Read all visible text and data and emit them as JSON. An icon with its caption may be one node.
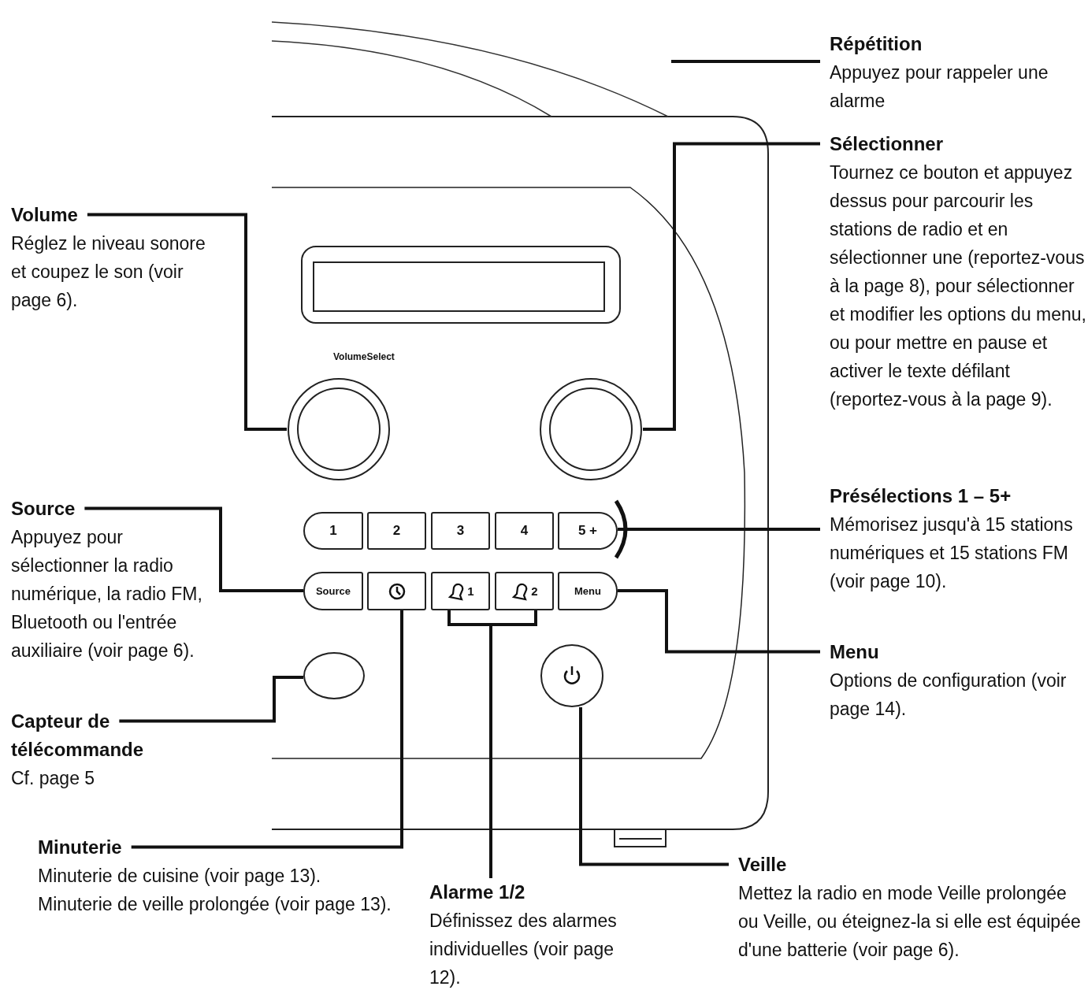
{
  "diagram": {
    "nodes": [
      {
        "text": [
          "Répétition",
          "Appuyez pour rappeler une alarme"
        ]
      },
      {
        "text": [],
        "shape": "bar"
      },
      {
        "text": [
          "Sélectionner",
          "Tournez ce bouton et appuyez dessus pour parcourir les stations de radio et en sélectionner une (reportez-vous à la page 8), pour sélectionner et modifier les options du menu, ou pour mettre en pause et activer le texte défilant (reportez-vous à la page 9)."
        ]
      },
      {
        "text": [
          "Volume",
          "Réglez le niveau sonore et coupez le son (voir page 6)."
        ]
      },
      {
        "text": [],
        "shape": "circle"
      },
      {
        "text": [],
        "shape": "circle"
      },
      {
        "text": [
          "Présélections 1 – 5+",
          "Mémorisez jusqu'à 15 stations numériques et 15 stations FM (voir page 10)."
        ]
      },
      {
        "text": [
          "Source",
          "Appuyez pour sélectionner la radio numérique, la radio FM, Bluetooth ou l'entrée auxiliaire (voir page 6)."
        ]
      },
      {
        "text": [
          "1"
        ]
      },
      {
        "text": [
          "2"
        ]
      },
      {
        "text": [
          "3"
        ]
      },
      {
        "text": [
          "4"
        ]
      },
      {
        "text": [
          "5 +"
        ]
      },
      {
        "text": [
          "Source"
        ]
      },
      {
        "text": [],
        "shape": "box"
      },
      {
        "text": [
          "1"
        ]
      },
      {
        "text": [
          "2"
        ]
      },
      {
        "text": [
          "Menu"
        ]
      },
      {
        "text": [
          "Menu",
          "Options de configuration (voir page 14)."
        ]
      },
      {
        "text": [],
        "shape": "oval"
      },
      {
        "text": [],
        "shape": "circle"
      },
      {
        "text": [
          "Capteur de télécommande",
          "Cf. page 5"
        ]
      },
      {
        "text": [
          "Minuterie",
          "Minuterie de cuisine (voir page 13). Minuterie de veille prolongée (voir page 13)."
        ]
      },
      {
        "text": [
          "Veille",
          "Mettez la radio en mode Veille prolongée ou Veille, ou éteignez-la si elle est équipée d'une batterie (voir page 6)."
        ]
      },
      {
        "text": [
          "Alarme 1/2",
          "Définissez des alarmes individuelles (voir page 12)."
        ]
      }
    ],
    "edges": [
      {
        "from": 0,
        "to": 1,
        "arrow": "none"
      },
      {
        "from": 2,
        "to": 5,
        "arrow": "none"
      },
      {
        "from": 3,
        "to": 4,
        "arrow": "none"
      },
      {
        "from": 6,
        "to": 12,
        "arrow": "none"
      },
      {
        "from": 7,
        "to": 13,
        "arrow": "none"
      },
      {
        "from": 18,
        "to": 17,
        "arrow": "none"
      },
      {
        "from": 21,
        "to": 19,
        "arrow": "none"
      },
      {
        "from": 22,
        "to": 14,
        "arrow": "none"
      },
      {
        "from": 23,
        "to": 20,
        "arrow": "none"
      },
      {
        "from": 24,
        "to": 15,
        "arrow": "none"
      },
      {
        "from": 24,
        "to": 16,
        "arrow": "none"
      }
    ],
    "labels": [
      "VolumeSelect"
    ]
  }
}
